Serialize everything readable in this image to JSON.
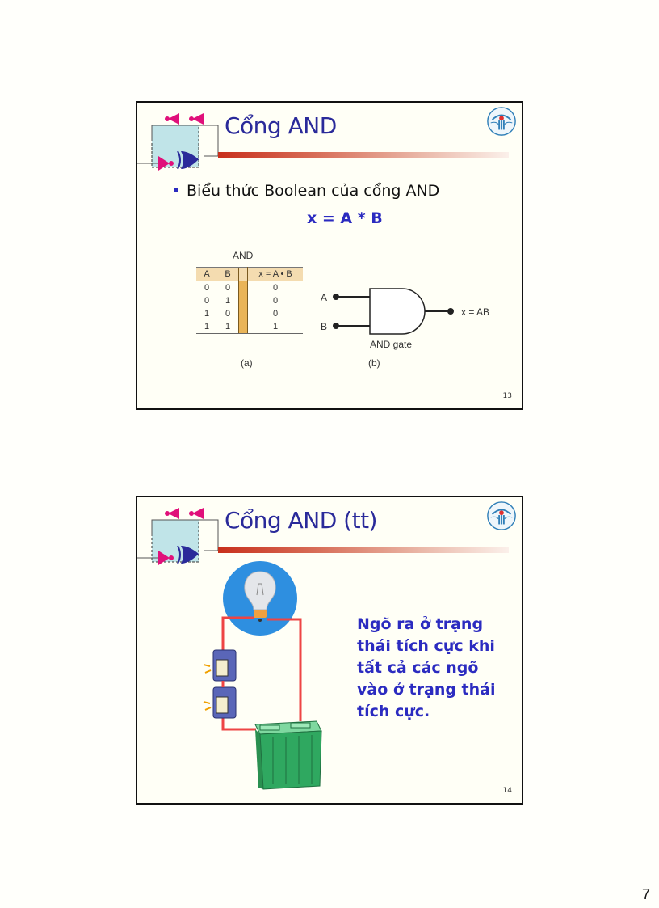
{
  "page_number": "7",
  "slides": [
    {
      "title": "Cổng AND",
      "bullet": "Biểu thức Boolean của cổng AND",
      "formula": "x = A * B",
      "figure_a": {
        "caption_top": "AND",
        "headers": [
          "A",
          "B",
          "x = A • B"
        ],
        "rows": [
          [
            "0",
            "0",
            "0"
          ],
          [
            "0",
            "1",
            "0"
          ],
          [
            "1",
            "0",
            "0"
          ],
          [
            "1",
            "1",
            "1"
          ]
        ],
        "label": "(a)"
      },
      "figure_b": {
        "input_a": "A",
        "input_b": "B",
        "output": "x = AB",
        "gate_label": "AND gate",
        "label": "(b)"
      },
      "slide_number": "13"
    },
    {
      "title": "Cổng AND (tt)",
      "description": "Ngõ ra ở trạng thái tích cực khi tất cả các ngõ vào ở trạng thái tích cực.",
      "slide_number": "14"
    }
  ],
  "colors": {
    "title": "#2a2a9a",
    "accent_blue": "#2b2bc0",
    "bar_red": "#c8301c",
    "wire": "#ee4444",
    "battery": "#2fa860",
    "bulb_bg": "#2e8fe0"
  }
}
